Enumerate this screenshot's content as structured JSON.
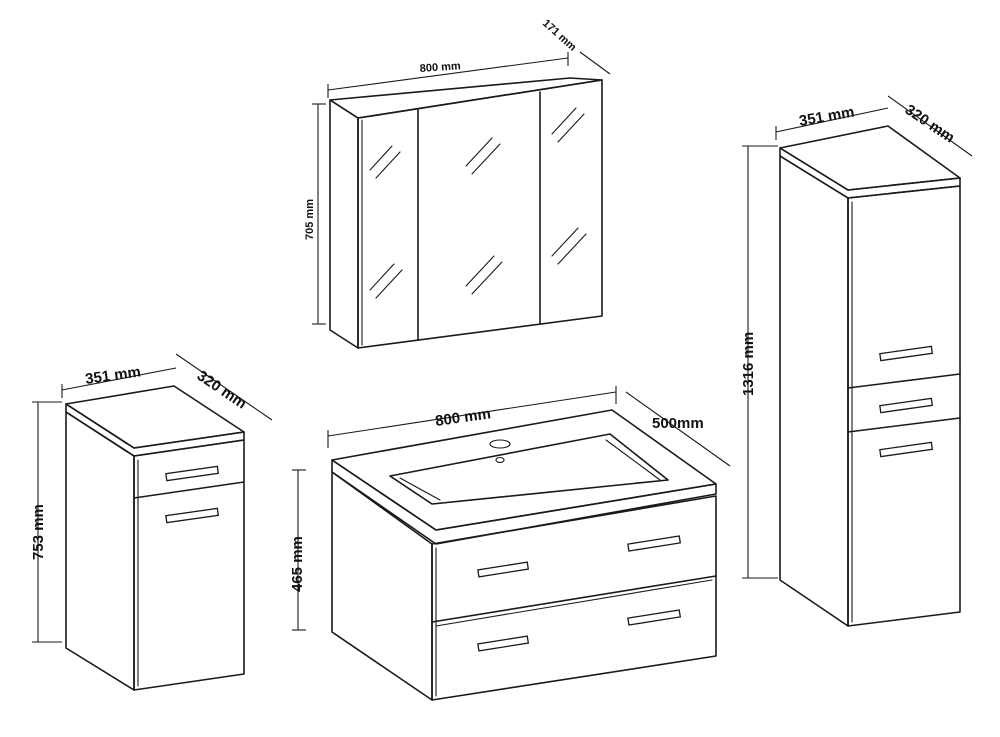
{
  "mirror_cabinet": {
    "width_label": "800 mm",
    "depth_label": "171 mm",
    "height_label": "705 mm"
  },
  "vanity_unit": {
    "width_label": "800 mm",
    "depth_label": "500mm",
    "height_label": "465 mm"
  },
  "low_cabinet": {
    "width_label": "351 mm",
    "depth_label": "320 mm",
    "height_label": "753 mm"
  },
  "tall_cabinet": {
    "width_label": "351 mm",
    "depth_label": "320 mm",
    "height_label": "1316 mm"
  },
  "colors": {
    "line": "#1a1a1a",
    "background": "#ffffff"
  }
}
